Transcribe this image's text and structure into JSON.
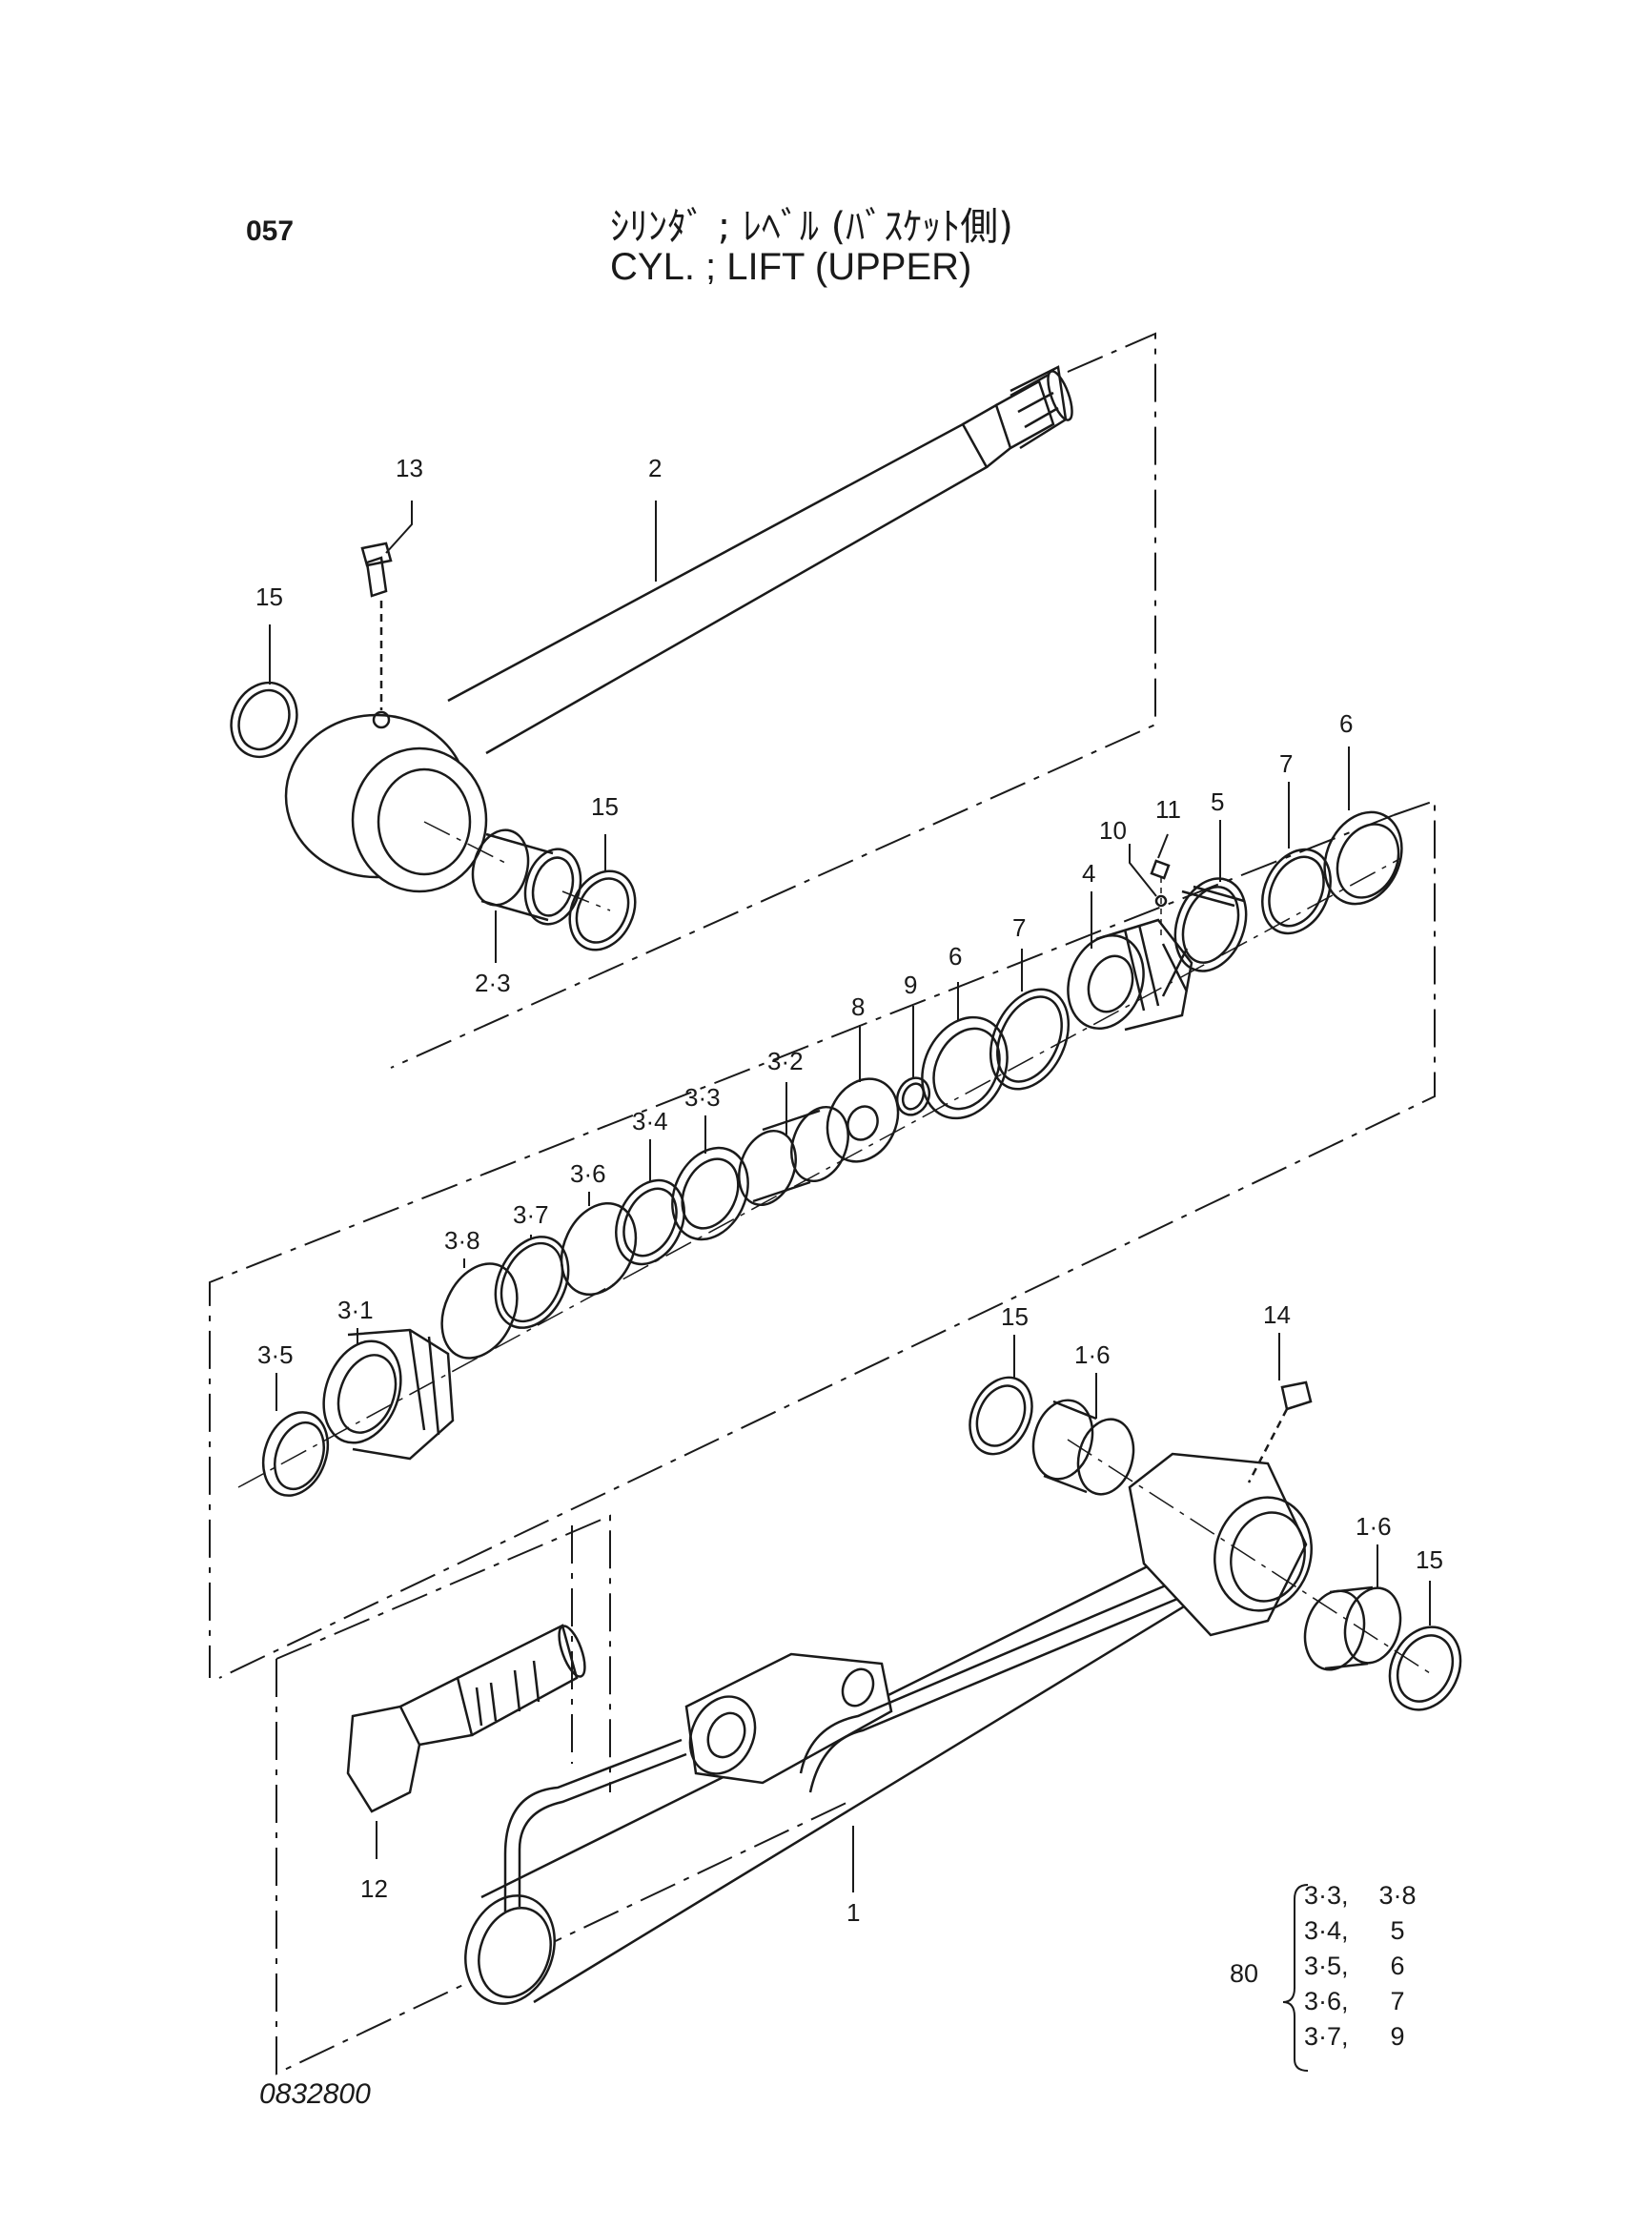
{
  "header": {
    "page_number": "057",
    "title_jp": "ｼﾘﾝﾀﾞ ; ﾚﾍﾞﾙ (ﾊﾞｽｹｯﾄ側)",
    "title_en": "CYL. ; LIFT (UPPER)"
  },
  "callouts": {
    "c13": "13",
    "c2": "2",
    "c15a": "15",
    "c15b": "15",
    "c2_3": "2·3",
    "c6a": "6",
    "c7a": "7",
    "c5": "5",
    "c11": "11",
    "c10": "10",
    "c4": "4",
    "c7b": "7",
    "c6b": "6",
    "c9": "9",
    "c8": "8",
    "c3_2": "3·2",
    "c3_3": "3·3",
    "c3_4": "3·4",
    "c3_6": "3·6",
    "c3_7": "3·7",
    "c3_8": "3·8",
    "c3_1": "3·1",
    "c3_5": "3·5",
    "c15c": "15",
    "c1_6a": "1·6",
    "c14": "14",
    "c1_6b": "1·6",
    "c15d": "15",
    "c12": "12",
    "c1": "1"
  },
  "kit": {
    "qty": "80",
    "rows": [
      {
        "a": "3·3,",
        "b": "3·8"
      },
      {
        "a": "3·4,",
        "b": "5"
      },
      {
        "a": "3·5,",
        "b": "6"
      },
      {
        "a": "3·6,",
        "b": "7"
      },
      {
        "a": "3·7,",
        "b": "9"
      }
    ]
  },
  "footer": {
    "drawing_code": "0832800"
  }
}
